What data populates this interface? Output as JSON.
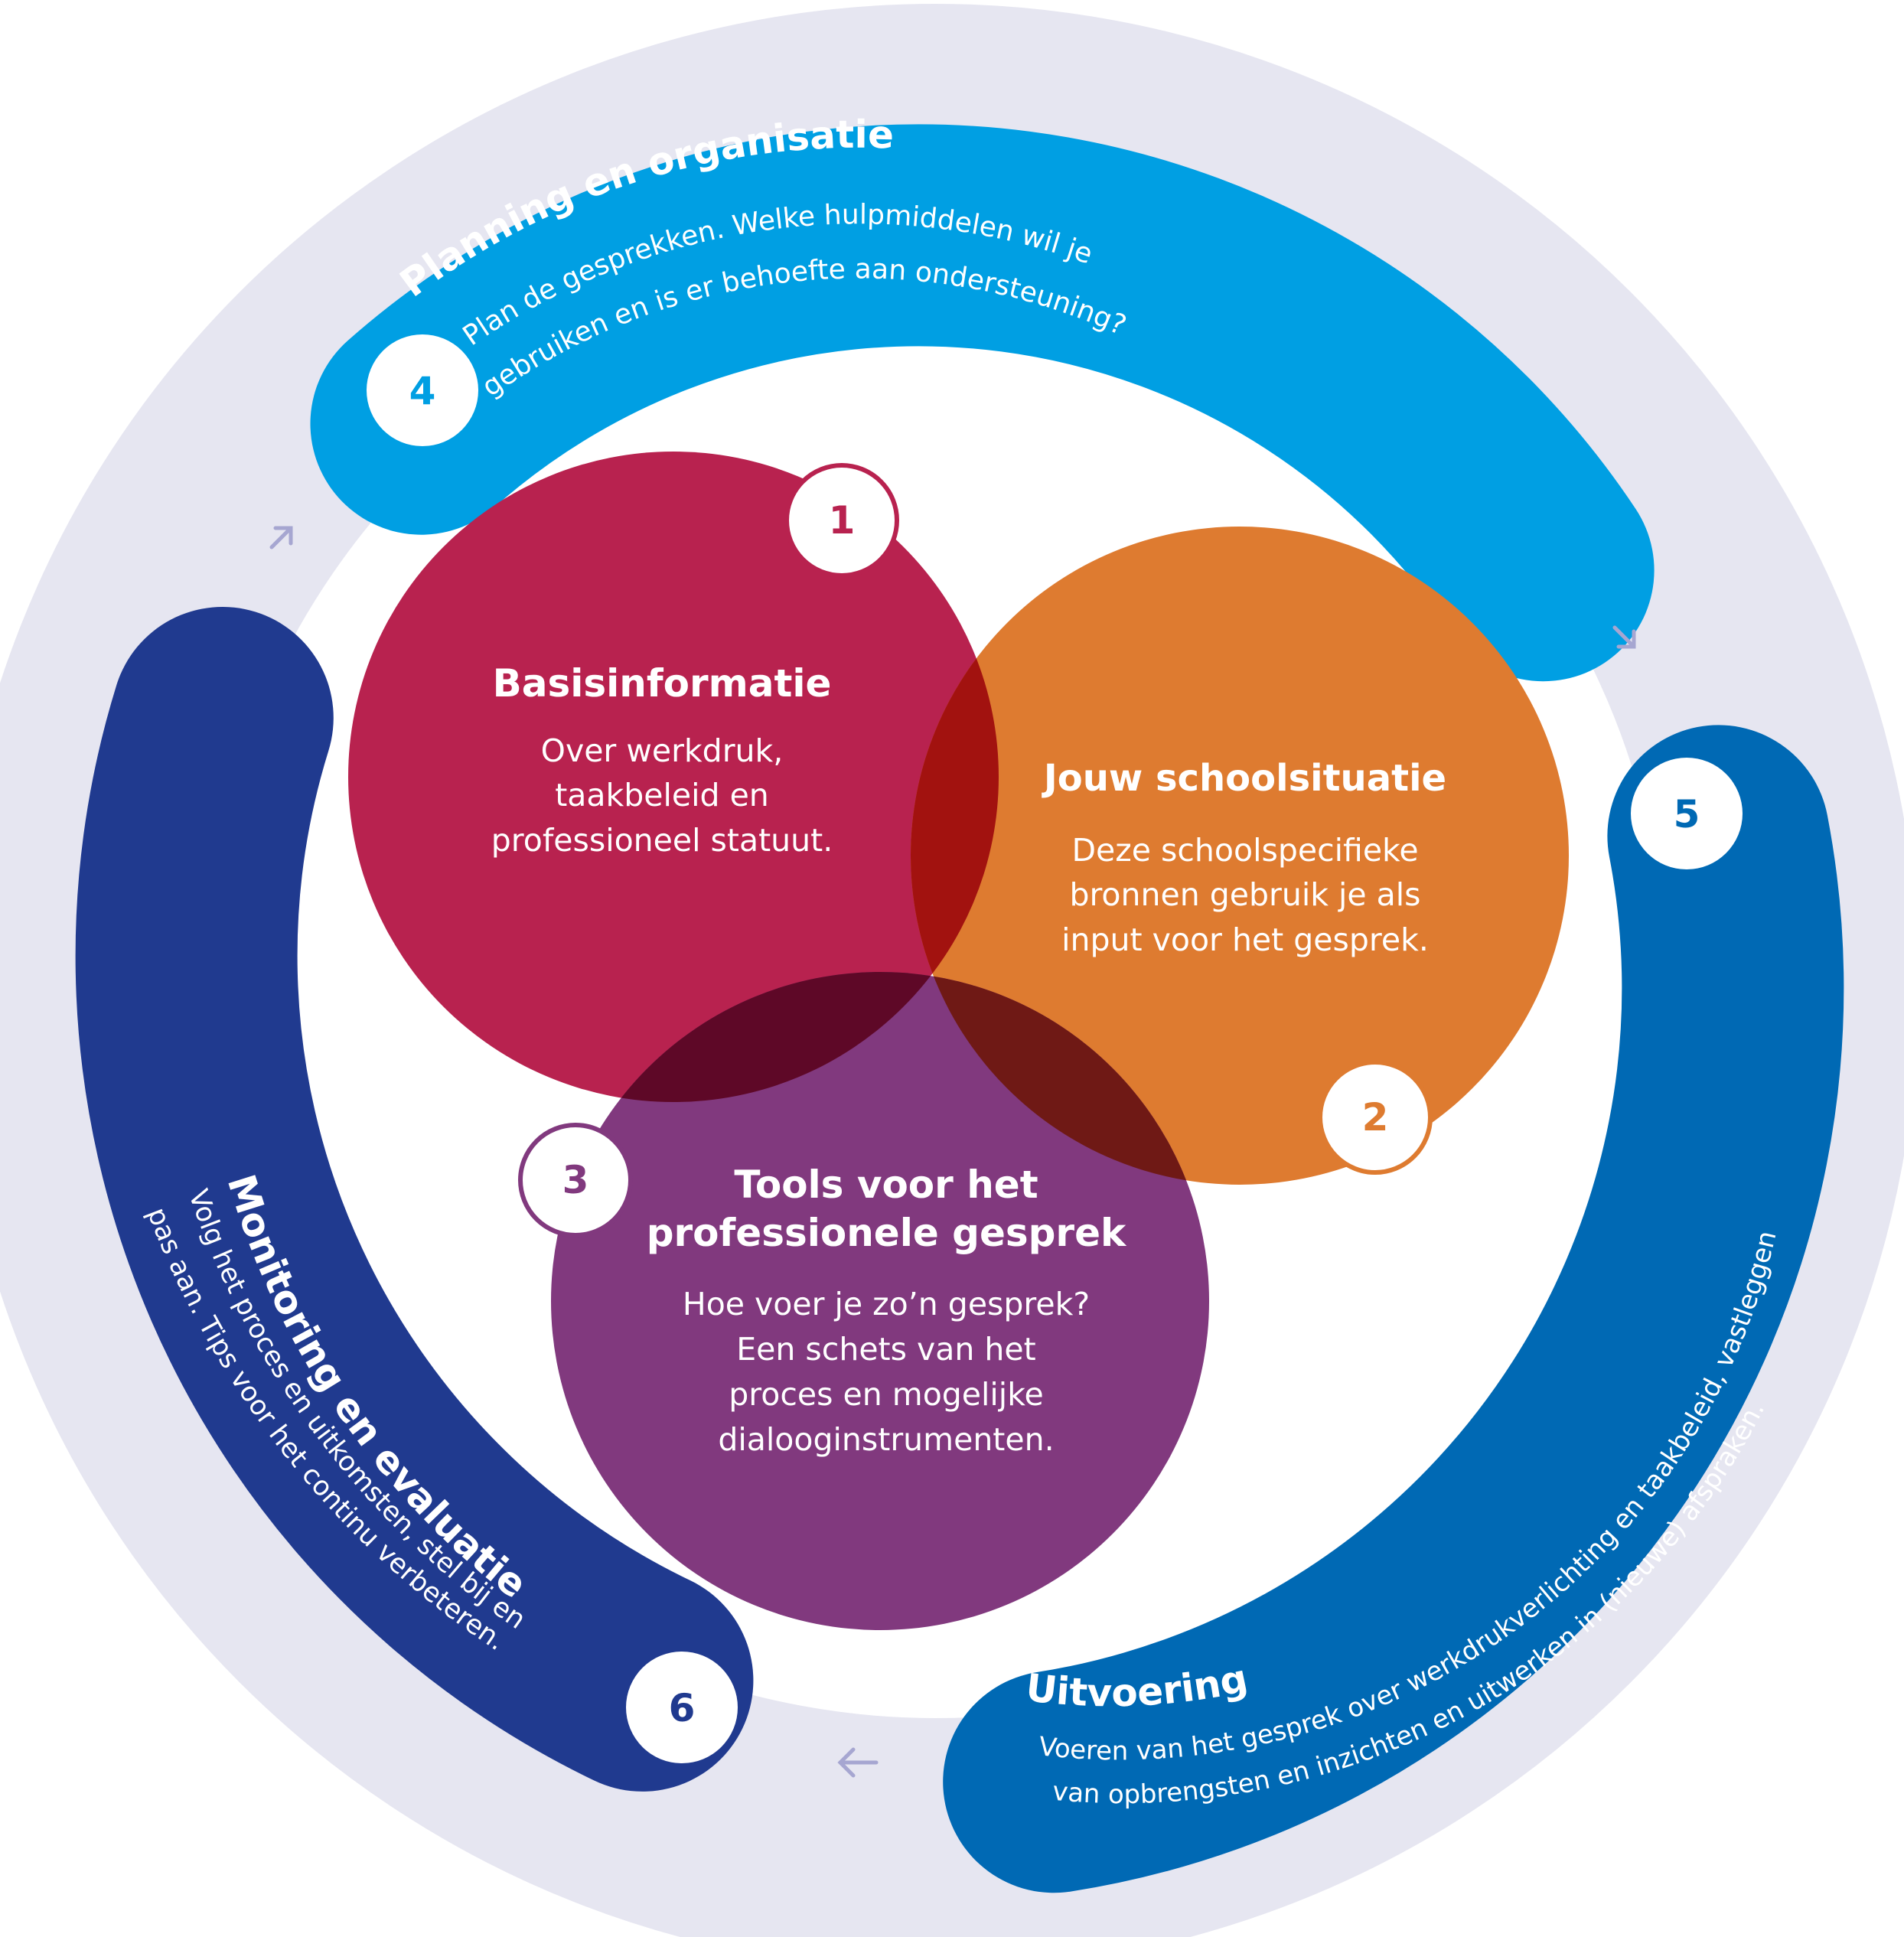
{
  "colors": {
    "ring": "#e6e6f1",
    "arc_planning": "#009fe3",
    "arc_uitvoering": "#0069b4",
    "arc_monitoring": "#203a8f",
    "circle_basis": "#b8224f",
    "circle_school": "#de7b30",
    "circle_tools": "#81397e",
    "arrow": "#a6a6d1",
    "white": "#ffffff"
  },
  "circles": {
    "basis": {
      "number": "1",
      "title": "Basisinformatie",
      "lines": [
        "Over werkdruk,",
        "taakbeleid en",
        "professioneel statuut."
      ]
    },
    "school": {
      "number": "2",
      "title": "Jouw schoolsituatie",
      "lines": [
        "Deze schoolspecifieke",
        "bronnen gebruik je als",
        "input voor het gesprek."
      ]
    },
    "tools": {
      "number": "3",
      "title_lines": [
        "Tools voor het",
        "professionele gesprek"
      ],
      "lines": [
        "Hoe voer je zo’n gesprek?",
        "Een schets van het",
        "proces en mogelijke",
        "dialooginstrumenten."
      ]
    }
  },
  "arcs": {
    "planning": {
      "number": "4",
      "title": "Planning en organisatie",
      "line1": "Plan de gesprekken. Welke hulpmiddelen wil je",
      "line2": "gebruiken en is er behoefte aan ondersteuning?"
    },
    "uitvoering": {
      "number": "5",
      "title": "Uitvoering",
      "line1": "Voeren van het gesprek over werkdrukverlichting en taakbeleid, vastleggen",
      "line2": "van opbrengsten en inzichten en uitwerken in (nieuwe) afspraken."
    },
    "monitoring": {
      "number": "6",
      "title": "Monitoring en evaluatie",
      "line1": "Volg het proces en uitkomsten, stel bij en",
      "line2": "pas aan. Tips voor het continu verbeteren."
    }
  }
}
